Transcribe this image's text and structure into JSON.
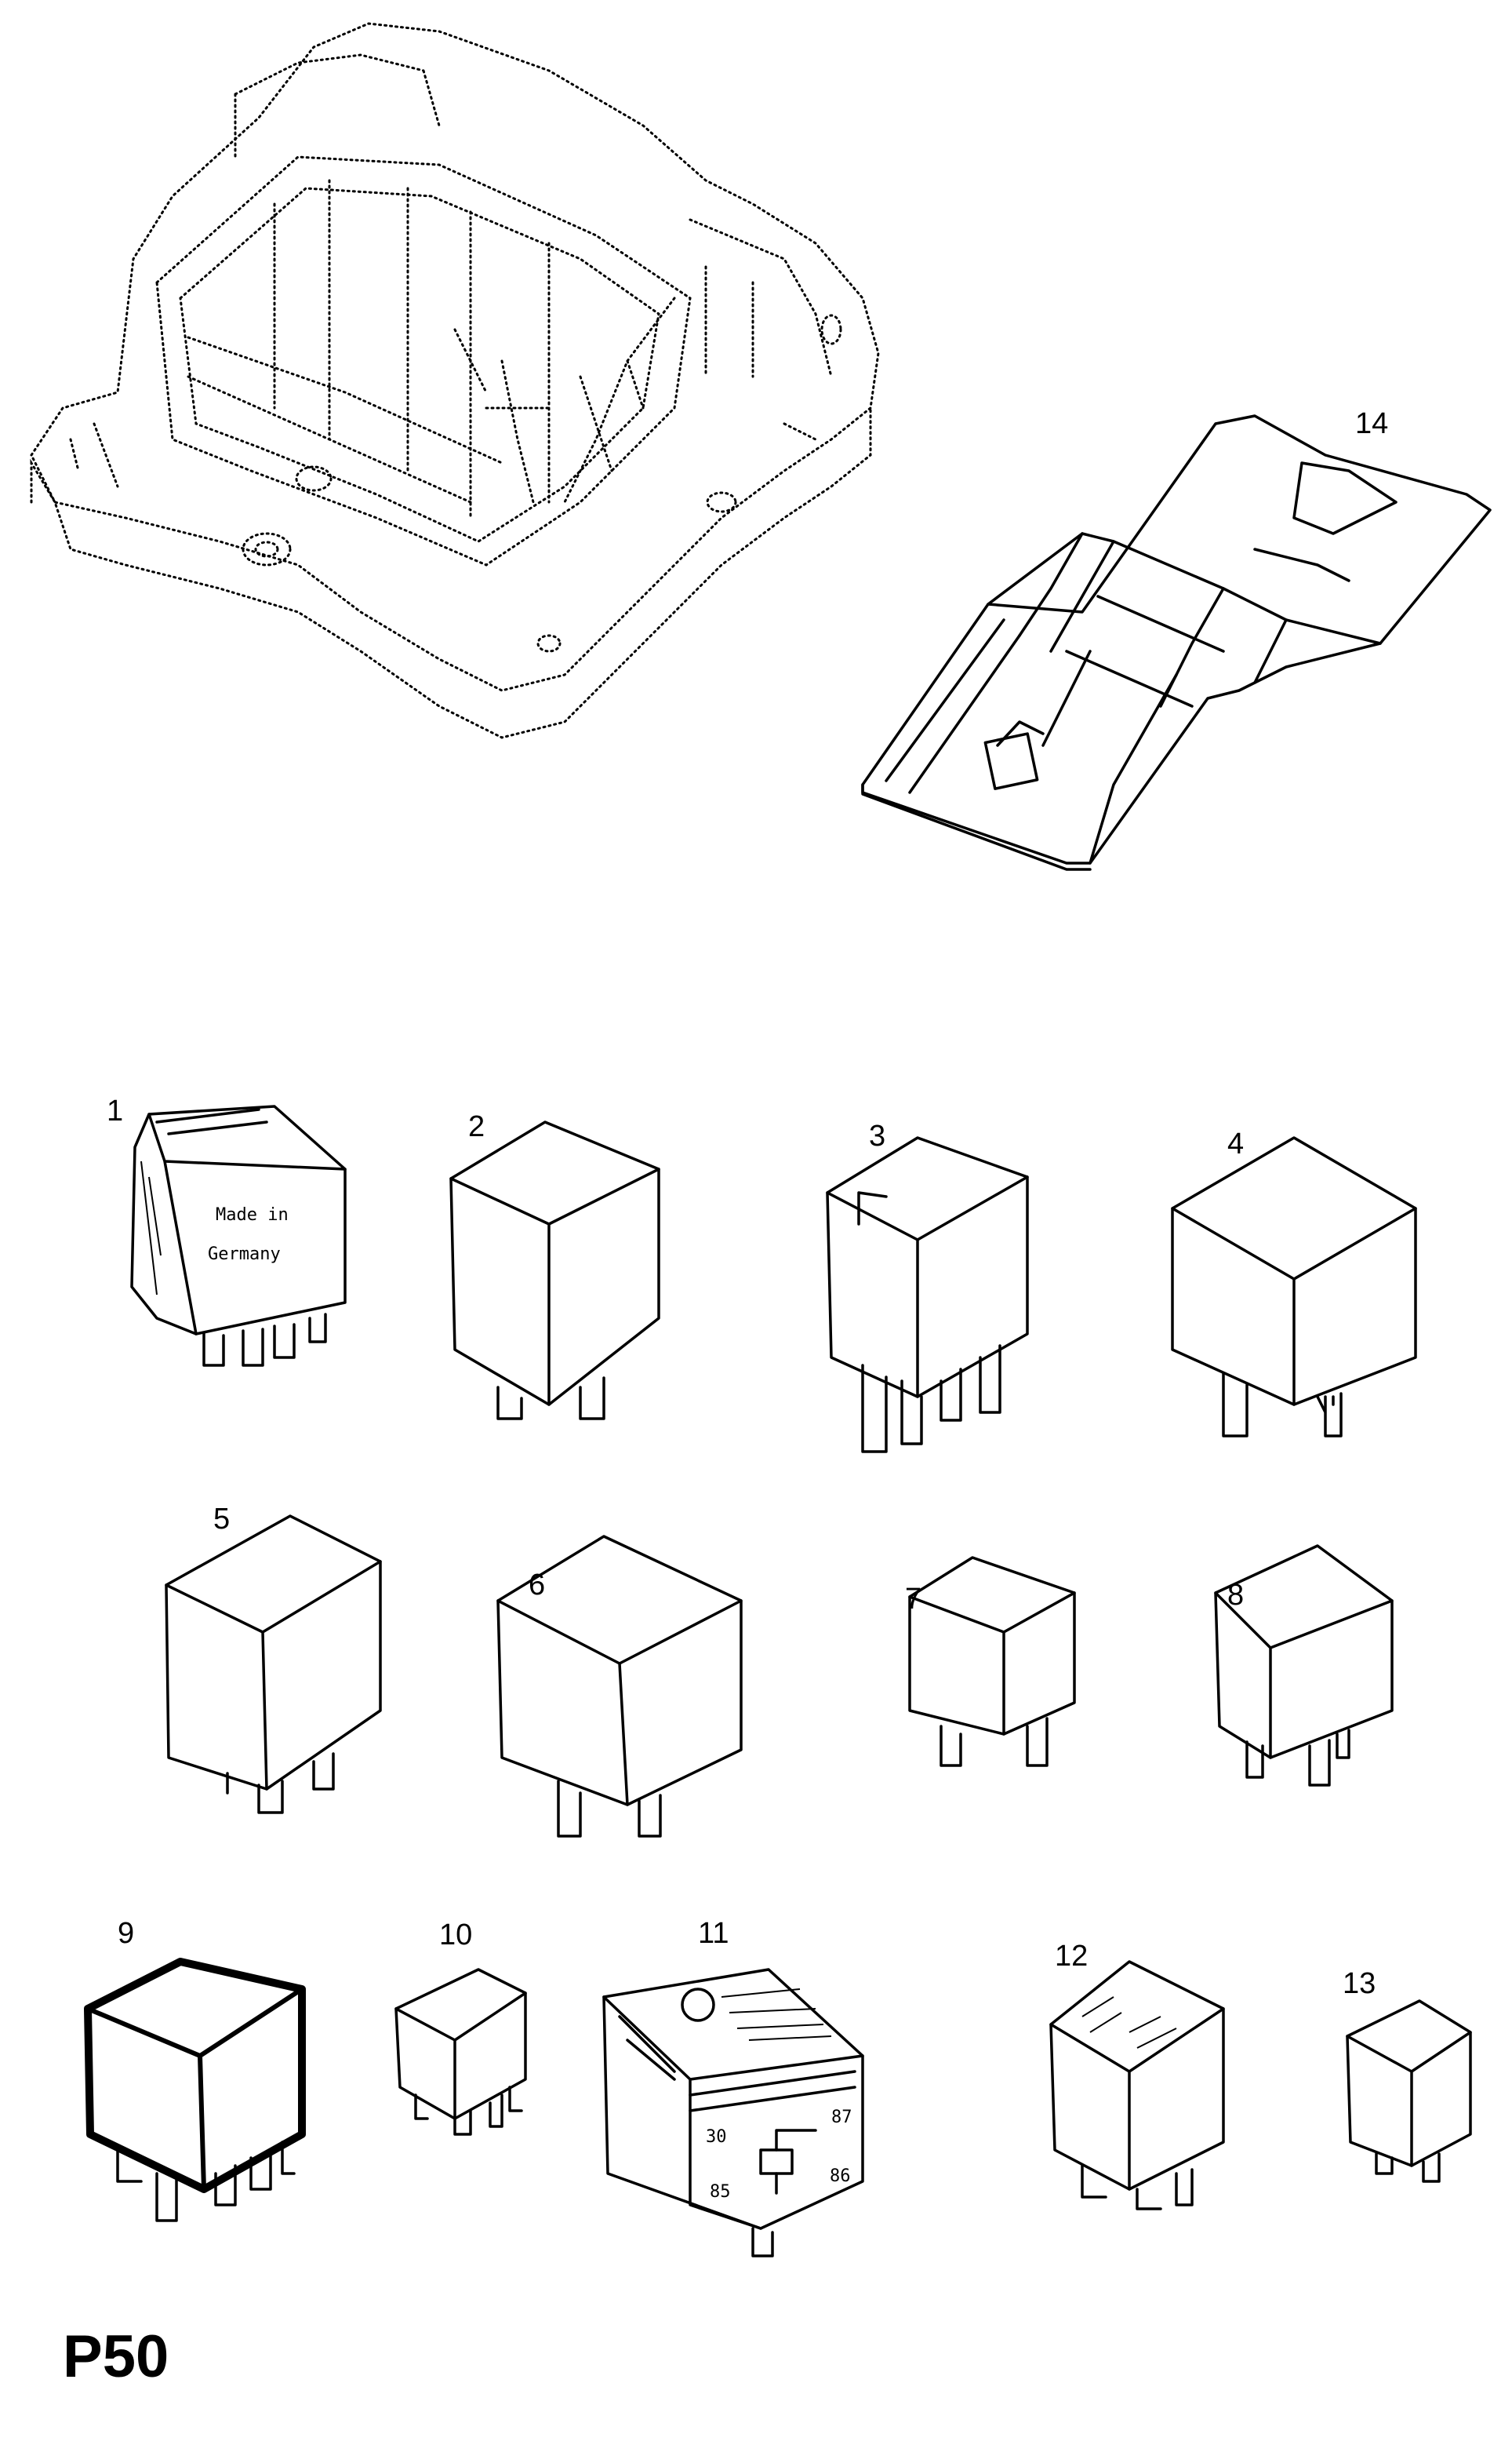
{
  "page": {
    "code": "P50"
  },
  "parts": [
    {
      "number": "1"
    },
    {
      "number": "2"
    },
    {
      "number": "3"
    },
    {
      "number": "4"
    },
    {
      "number": "5"
    },
    {
      "number": "6"
    },
    {
      "number": "7"
    },
    {
      "number": "8"
    },
    {
      "number": "9"
    },
    {
      "number": "10"
    },
    {
      "number": "11"
    },
    {
      "number": "12"
    },
    {
      "number": "13"
    },
    {
      "number": "14"
    }
  ],
  "relay_1_print": [
    "Made in",
    "Germany"
  ],
  "relay_11_print": [
    "30",
    "87",
    "85",
    "86"
  ],
  "icons": {
    "fuse_box": "relay-box-housing-illustration",
    "cover": "relay-cover-illustration",
    "relay": "relay-illustration"
  }
}
